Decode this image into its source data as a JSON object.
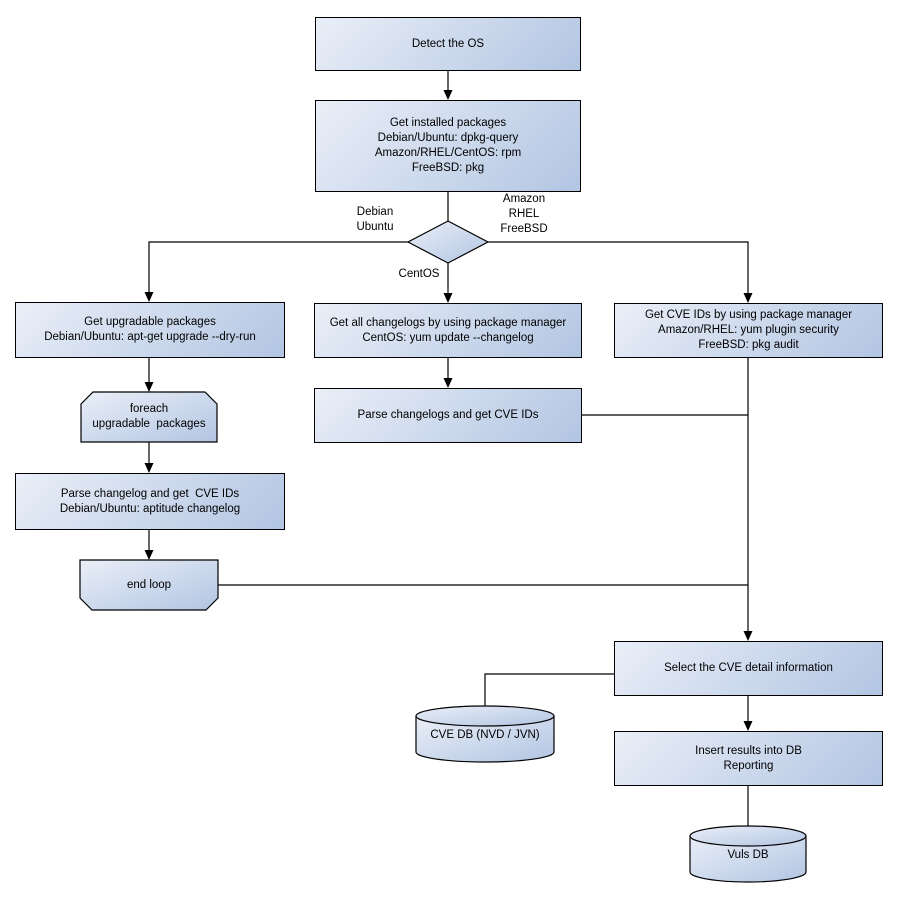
{
  "diagram_type": "flowchart",
  "colors": {
    "node_gradient_start": "#eaeff8",
    "node_gradient_end": "#b2c5e2",
    "node_border": "#000000",
    "connector": "#000000",
    "text": "#000000",
    "background": "#ffffff"
  },
  "nodes": {
    "detect_os": {
      "type": "process",
      "label": "Detect the OS"
    },
    "get_installed_packages": {
      "type": "process",
      "label": "Get installed packages\nDebian/Ubuntu: dpkg-query\nAmazon/RHEL/CentOS: rpm\nFreeBSD: pkg"
    },
    "os_decision": {
      "type": "decision",
      "label": ""
    },
    "get_upgradable_packages": {
      "type": "process",
      "label": "Get upgradable packages\nDebian/Ubuntu: apt-get upgrade --dry-run"
    },
    "foreach_loop": {
      "type": "loop-start",
      "label": "foreach\nupgradable  packages"
    },
    "parse_changelog": {
      "type": "process",
      "label": "Parse changelog and get  CVE IDs\nDebian/Ubuntu: aptitude changelog"
    },
    "end_loop": {
      "type": "loop-end",
      "label": "end loop"
    },
    "get_all_changelogs": {
      "type": "process",
      "label": "Get all changelogs by using package manager\nCentOS: yum update --changelog"
    },
    "parse_changelogs": {
      "type": "process",
      "label": "Parse changelogs and get CVE IDs"
    },
    "get_cve_ids": {
      "type": "process",
      "label": "Get CVE IDs by using package manager\nAmazon/RHEL: yum plugin security\nFreeBSD: pkg audit"
    },
    "select_cve_detail": {
      "type": "process",
      "label": "Select the CVE detail information"
    },
    "cve_db": {
      "type": "database",
      "label": "CVE DB (NVD / JVN)"
    },
    "insert_results": {
      "type": "process",
      "label": "Insert results into DB\nReporting"
    },
    "vuls_db": {
      "type": "database",
      "label": "Vuls DB"
    }
  },
  "edge_labels": {
    "debian_ubuntu": "Debian\nUbuntu",
    "amazon_rhel_freebsd": "Amazon\nRHEL\nFreeBSD",
    "centos": "CentOS"
  }
}
